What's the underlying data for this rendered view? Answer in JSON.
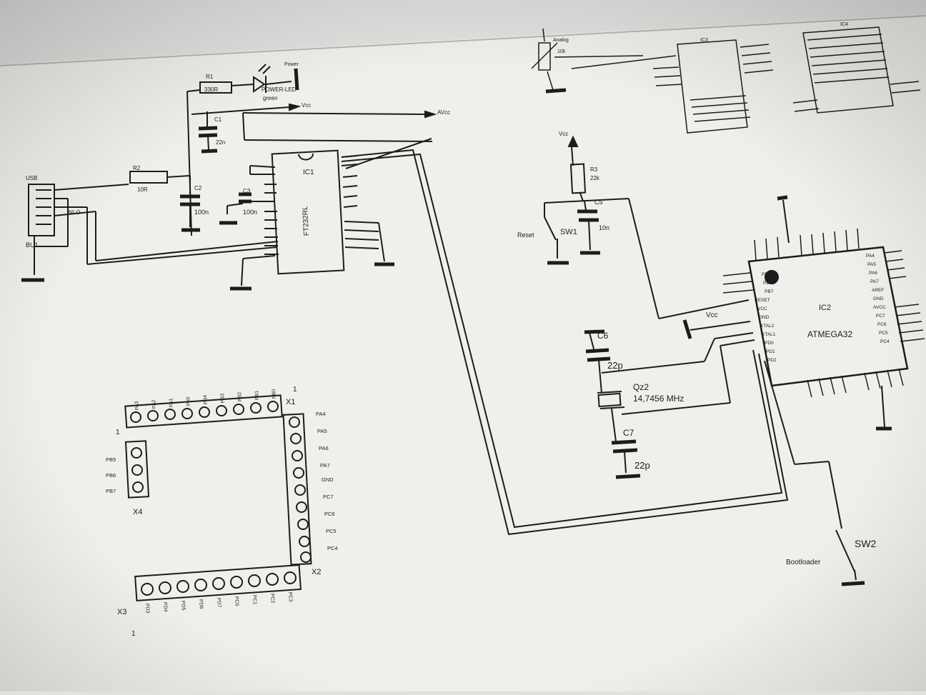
{
  "usb": {
    "ref": "BU1",
    "type": "USB",
    "net": "NLO"
  },
  "resistors": {
    "r1": {
      "ref": "R1",
      "value": "330R"
    },
    "r2": {
      "ref": "R2",
      "value": "10R"
    },
    "r3": {
      "ref": "R3",
      "value": "22k"
    }
  },
  "led": {
    "label": "POWER-LED",
    "color": "green",
    "net": "Power"
  },
  "capacitors": {
    "c1": {
      "ref": "C1",
      "value": "22n"
    },
    "c2": {
      "ref": "C2",
      "value": "100n"
    },
    "c3": {
      "ref": "C3",
      "value": "100n"
    },
    "c5": {
      "ref": "C5",
      "value": "10n"
    },
    "c6": {
      "ref": "C6",
      "value": "22p"
    },
    "c7": {
      "ref": "C7",
      "value": "22p"
    }
  },
  "nets": {
    "vcc": "Vcc",
    "avcc": "AVcc",
    "analog": "Analog"
  },
  "ic1": {
    "ref": "IC1",
    "part": "FT232RL"
  },
  "ic2": {
    "ref": "IC2",
    "part": "ATMEGA32",
    "left_pins": [
      "PB5",
      "PB6",
      "PB7",
      "RESET",
      "VCC",
      "GND",
      "XTAL2",
      "XTAL1",
      "PD0",
      "PD1",
      "PD2"
    ],
    "right_pins": [
      "PA4",
      "PA5",
      "PA6",
      "PA7",
      "AREF",
      "GND",
      "AVCC",
      "PC7",
      "PC6",
      "PC5",
      "PC4"
    ]
  },
  "quartz": {
    "ref": "Qz2",
    "freq": "14,7456 MHz"
  },
  "switches": {
    "sw1": {
      "ref": "SW1",
      "label": "Reset"
    },
    "sw2": {
      "ref": "SW2",
      "label": "Bootloader"
    }
  },
  "headers": {
    "x1": {
      "ref": "X1",
      "pin1": "1",
      "pins": [
        "PA3",
        "PA2",
        "PA1",
        "PA0",
        "PB4",
        "PB3",
        "PB2",
        "PB1",
        "PB0"
      ]
    },
    "x2": {
      "ref": "X2",
      "pins": [
        "PA4",
        "PA5",
        "PA6",
        "PA7",
        "GND",
        "PC7",
        "PC6",
        "PC5",
        "PC4"
      ]
    },
    "x3": {
      "ref": "X3",
      "pin1": "1",
      "pins": [
        "PD3",
        "PD4",
        "PD5",
        "PD6",
        "PD7",
        "PC0",
        "PC1",
        "PC2",
        "PC3"
      ]
    },
    "x4": {
      "ref": "X4",
      "pin1": "1",
      "pins": [
        "PB5",
        "PB6",
        "PB7"
      ]
    }
  },
  "top_parts": {
    "ic3": "IC3",
    "ic4": "IC4",
    "pot_value": "10k"
  },
  "colors": {
    "paper": "#f1efec",
    "ink": "#1c1c1c",
    "background": "#e3e1df"
  }
}
